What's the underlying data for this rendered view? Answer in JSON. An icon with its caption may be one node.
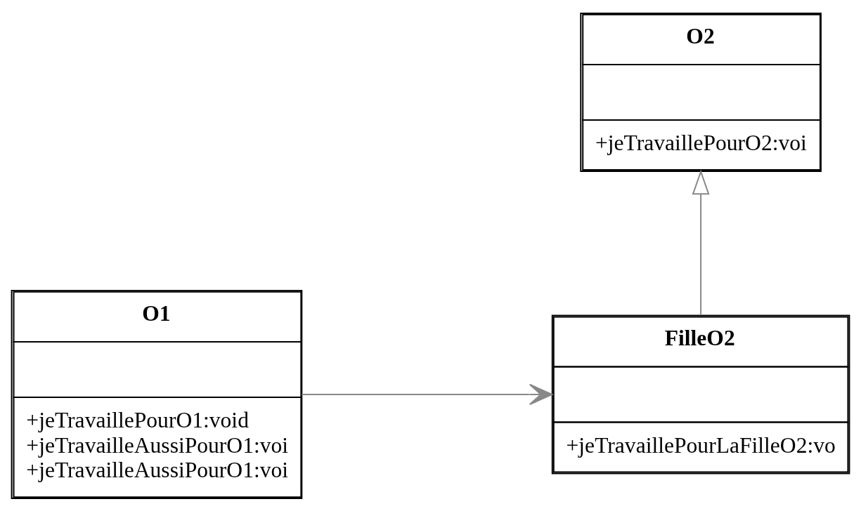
{
  "diagram": {
    "nodes": [
      {
        "text": [
          "O2",
          "+jeTravaillePourO2:voi"
        ]
      },
      {
        "text": [
          "O1",
          "+jeTravaillePourO1:void",
          "+jeTravailleAussiPourO1:voi",
          "+jeTravailleAussiPourO1:voi"
        ]
      },
      {
        "text": [
          "FilleO2",
          "+jeTravaillePourLaFilleO2:vo"
        ]
      }
    ],
    "edges": [
      {
        "from": 2,
        "to": 0,
        "arrow": "to"
      },
      {
        "from": 1,
        "to": 2,
        "arrow": "to"
      }
    ]
  }
}
